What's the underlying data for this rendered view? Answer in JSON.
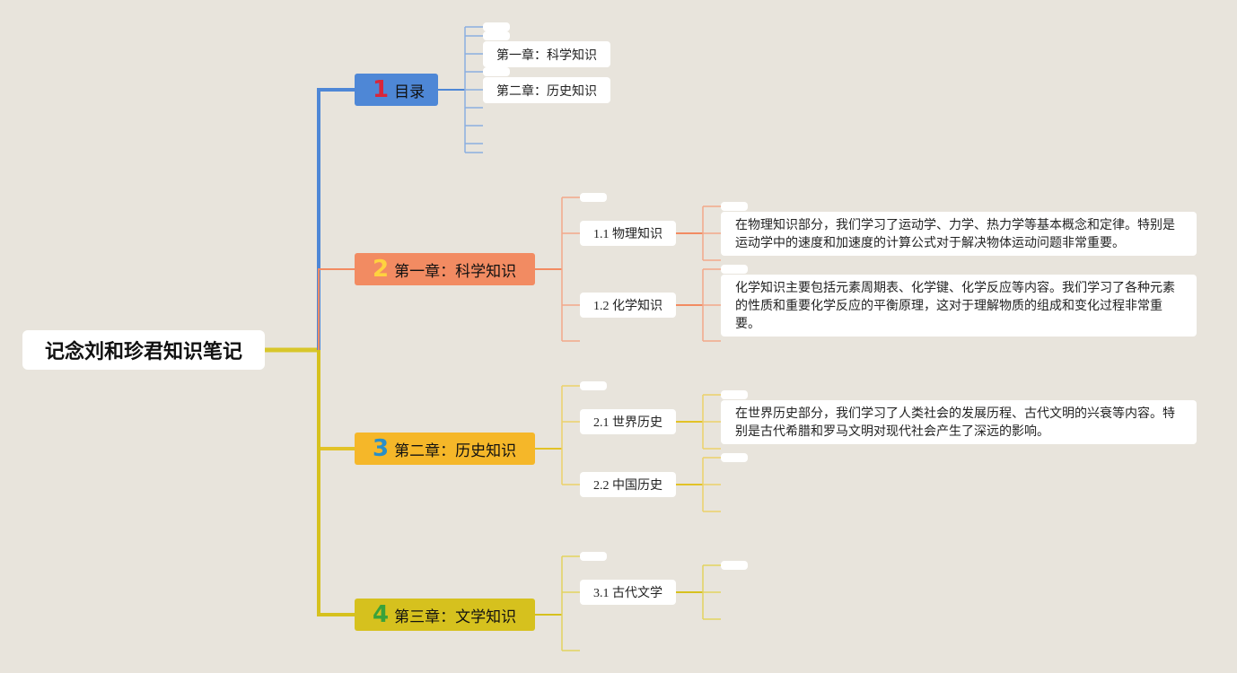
{
  "root": {
    "title": "记念刘和珍君知识笔记"
  },
  "branches": [
    {
      "num": "1",
      "label": "目录",
      "bg": "#4e87d6",
      "num_color": "#d8263a",
      "items": [
        "第一章：科学知识",
        "第二章：历史知识"
      ]
    },
    {
      "num": "2",
      "label": "第一章：科学知识",
      "bg": "#f28b62",
      "num_color": "#ffd23f",
      "subs": [
        {
          "label": "1.1 物理知识",
          "note": "在物理知识部分，我们学习了运动学、力学、热力学等基本概念和定律。特别是运动学中的速度和加速度的计算公式对于解决物体运动问题非常重要。"
        },
        {
          "label": "1.2 化学知识",
          "note": "化学知识主要包括元素周期表、化学键、化学反应等内容。我们学习了各种元素的性质和重要化学反应的平衡原理，这对于理解物质的组成和变化过程非常重要。"
        }
      ]
    },
    {
      "num": "3",
      "label": "第二章：历史知识",
      "bg": "#f5b729",
      "num_color": "#2a8fc8",
      "subs": [
        {
          "label": "2.1 世界历史",
          "note": "在世界历史部分，我们学习了人类社会的发展历程、古代文明的兴衰等内容。特别是古代希腊和罗马文明对现代社会产生了深远的影响。"
        },
        {
          "label": "2.2 中国历史"
        }
      ]
    },
    {
      "num": "4",
      "label": "第三章：文学知识",
      "bg": "#d6c11e",
      "num_color": "#3aa23a",
      "subs": [
        {
          "label": "3.1 古代文学"
        }
      ]
    }
  ],
  "colors": {
    "blue": "#4e87d6",
    "orange": "#f28b62",
    "yellow": "#e2c227",
    "olive": "#d6c11e",
    "background": "#e8e4dc"
  }
}
